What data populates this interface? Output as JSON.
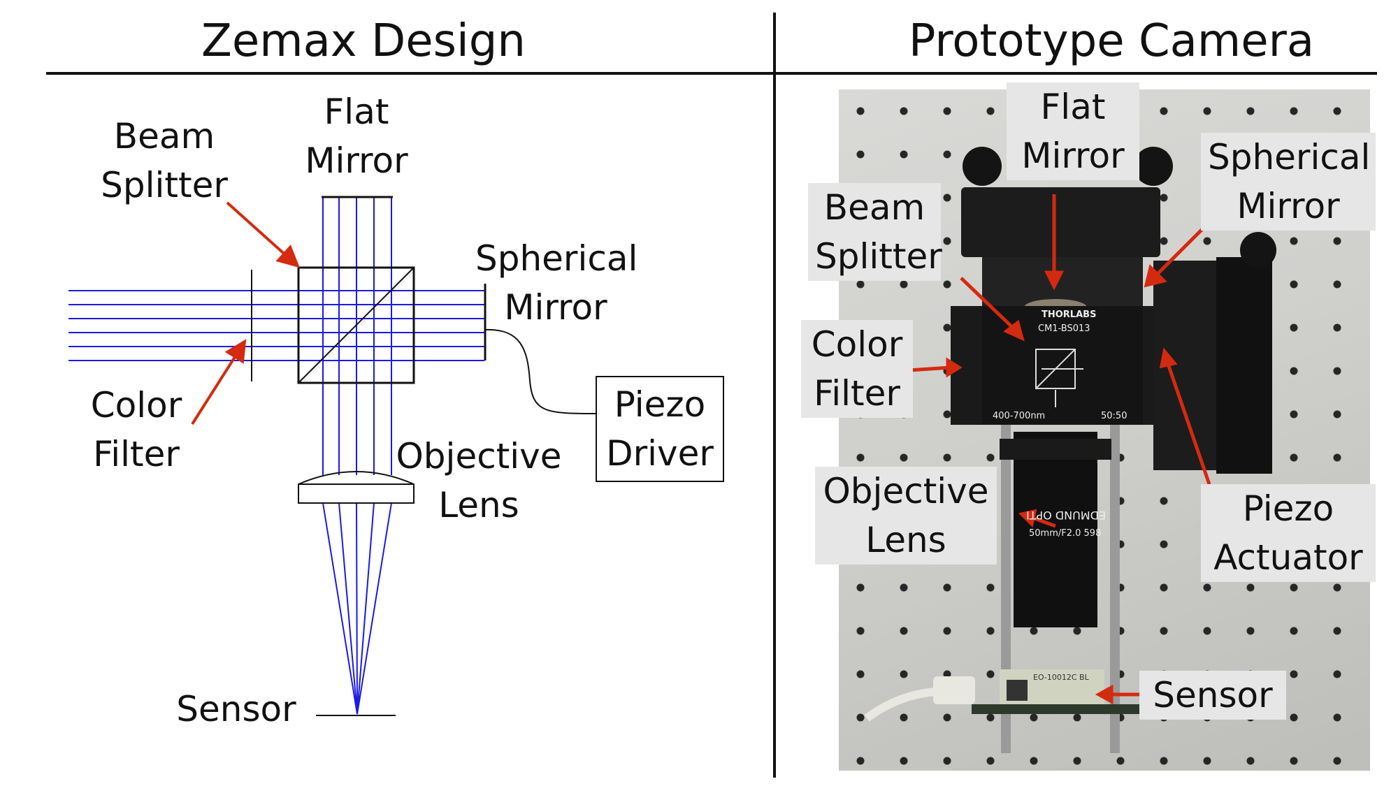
{
  "left_panel": {
    "title": "Zemax Design",
    "labels": {
      "beam_splitter": [
        "Beam",
        "Splitter"
      ],
      "flat_mirror": [
        "Flat",
        "Mirror"
      ],
      "spherical_mirror": [
        "Spherical",
        "Mirror"
      ],
      "color_filter": [
        "Color",
        "Filter"
      ],
      "objective_lens": [
        "Objective",
        "Lens"
      ],
      "piezo_driver": [
        "Piezo",
        "Driver"
      ],
      "sensor": "Sensor"
    }
  },
  "right_panel": {
    "title": "Prototype Camera",
    "labels": {
      "flat_mirror": [
        "Flat",
        "Mirror"
      ],
      "spherical_mirror": [
        "Spherical",
        "Mirror"
      ],
      "beam_splitter": [
        "Beam",
        "Splitter"
      ],
      "color_filter": [
        "Color",
        "Filter"
      ],
      "objective_lens": [
        "Objective",
        "Lens"
      ],
      "piezo_actuator": [
        "Piezo",
        "Actuator"
      ],
      "sensor": "Sensor"
    },
    "device_text": {
      "brand": "THORLABS",
      "model": "CM1-BS013",
      "range": "400-700nm",
      "ratio": "50:50",
      "lens_text_1": "EDMUND OPTI",
      "lens_text_2": "50mm/F2.0 598",
      "sensor_code": "EO-10012C BL"
    }
  },
  "colors": {
    "ray": "#1a1ae6",
    "arrow": "#d42a10",
    "ink": "#111111",
    "label_bg": "#e6e6e6"
  }
}
